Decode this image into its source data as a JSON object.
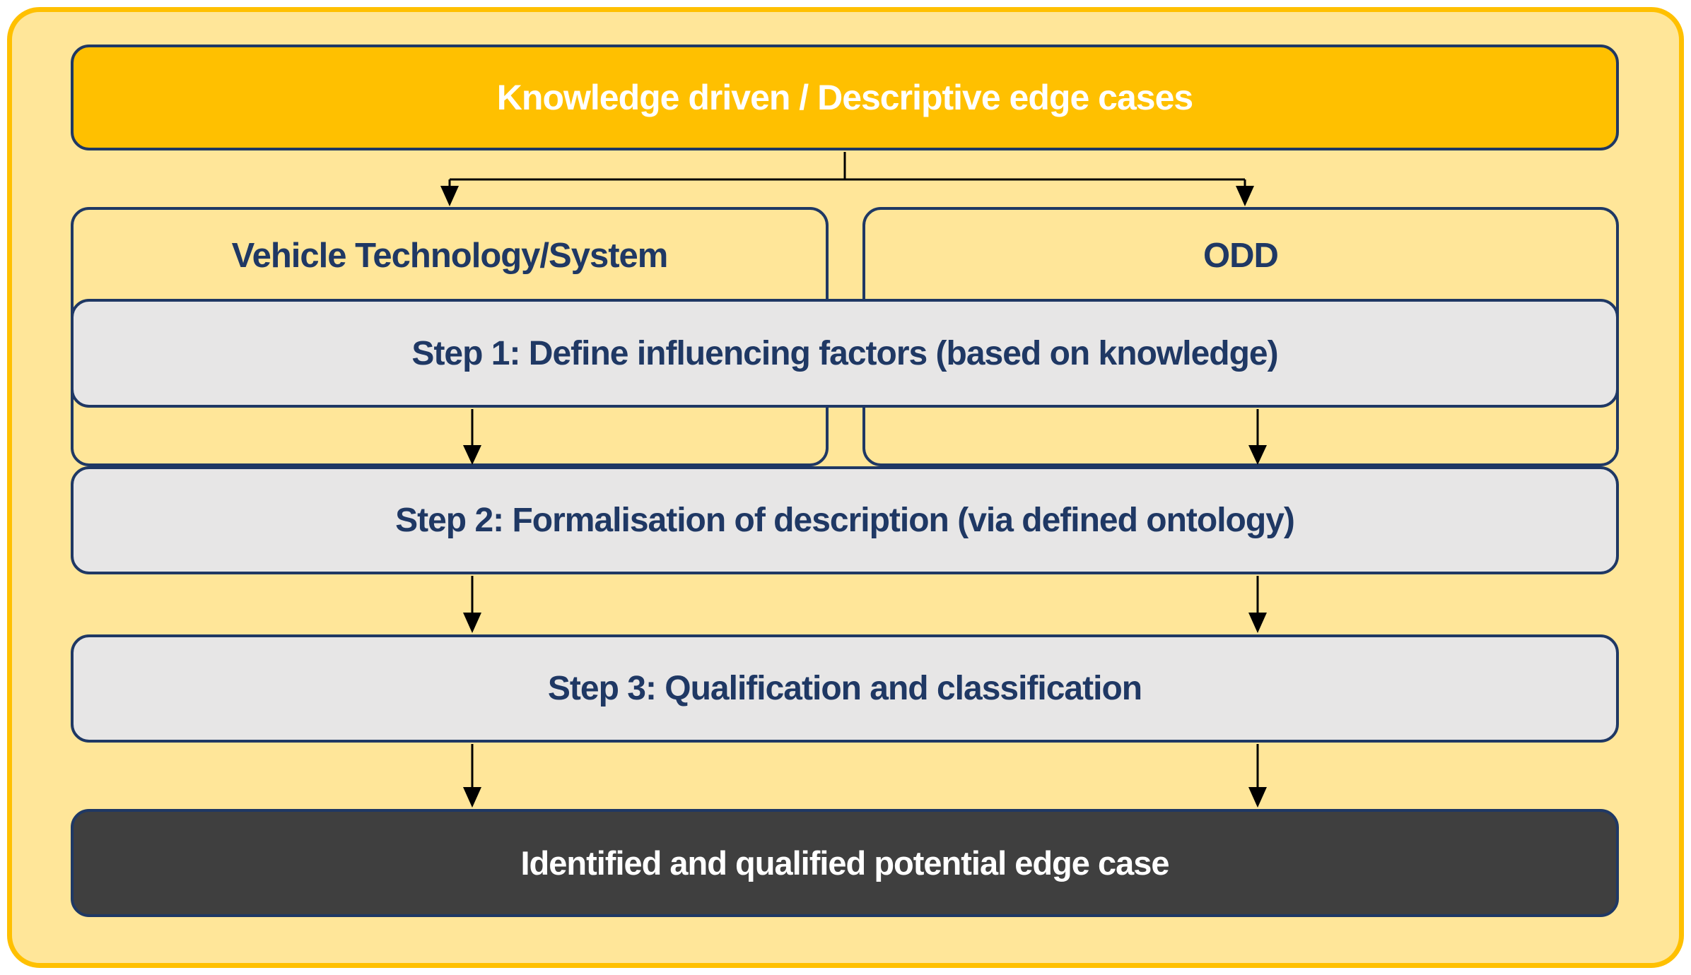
{
  "colors": {
    "canvas_bg": "#FFFFFF",
    "frame_fill": "#FFE699",
    "frame_border": "#FFC000",
    "accent_navy": "#1F3864",
    "header_fill": "#FFC000",
    "header_text": "#FFFFFF",
    "step_fill": "#E7E6E6",
    "final_fill": "#3F3F3F",
    "final_text": "#FFFFFF",
    "arrow": "#000000"
  },
  "diagram": {
    "header": {
      "label": "Knowledge driven / Descriptive edge cases"
    },
    "branches": [
      {
        "label": "Vehicle Technology/System"
      },
      {
        "label": "ODD"
      }
    ],
    "steps": [
      {
        "label": "Step 1: Define influencing factors (based on knowledge)"
      },
      {
        "label": "Step 2: Formalisation of description (via defined ontology)"
      },
      {
        "label": "Step 3: Qualification and classification"
      }
    ],
    "result": {
      "label": "Identified and qualified potential edge case"
    }
  }
}
